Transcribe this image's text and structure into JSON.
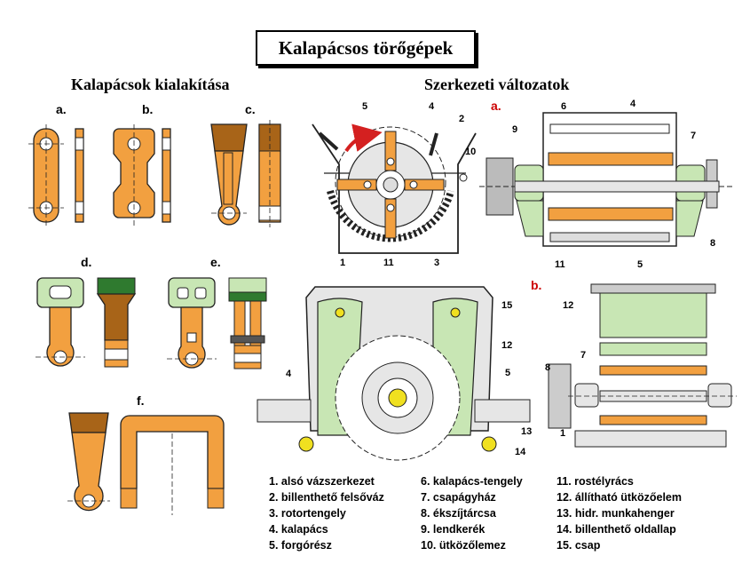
{
  "title": "Kalapácsos törőgépek",
  "sections": {
    "hammers": "Kalapácsok kialakítása",
    "variants": "Szerkezeti változatok"
  },
  "hammer_letters": [
    "a.",
    "b.",
    "c.",
    "d.",
    "e.",
    "f."
  ],
  "variant_letters": [
    "a.",
    "b."
  ],
  "callouts": {
    "top_left": [
      "5",
      "4",
      "2",
      "10",
      "1",
      "11",
      "3"
    ],
    "top_right": [
      "6",
      "4",
      "9",
      "7",
      "8",
      "11",
      "5"
    ],
    "bottom_left": [
      "15",
      "12",
      "4",
      "5",
      "13",
      "14"
    ],
    "bottom_right": [
      "12",
      "8",
      "7",
      "1"
    ]
  },
  "legend": {
    "col1": [
      "1. alsó vázszerkezet",
      "2. billenthető felsőváz",
      "3. rotortengely",
      "4. kalapács",
      "5. forgórész"
    ],
    "col2": [
      "6. kalapács-tengely",
      "7. csapágyház",
      "8. ékszíjtárcsa",
      "9. lendkerék",
      "10. ütközőlemez"
    ],
    "col3": [
      "11. rostélyrács",
      "12. állítható ütközőelem",
      "13. hidr. munkahenger",
      "14. billenthető oldallap",
      "15. csap"
    ]
  },
  "colors": {
    "hammer": "#f2a040",
    "hammer_dark": "#a86418",
    "frame_green": "#c8e6b4",
    "housing": "#e6e6e6",
    "accent_red": "#cc0000",
    "arrow_red": "#d42020",
    "bolt_yellow": "#f0e020"
  }
}
